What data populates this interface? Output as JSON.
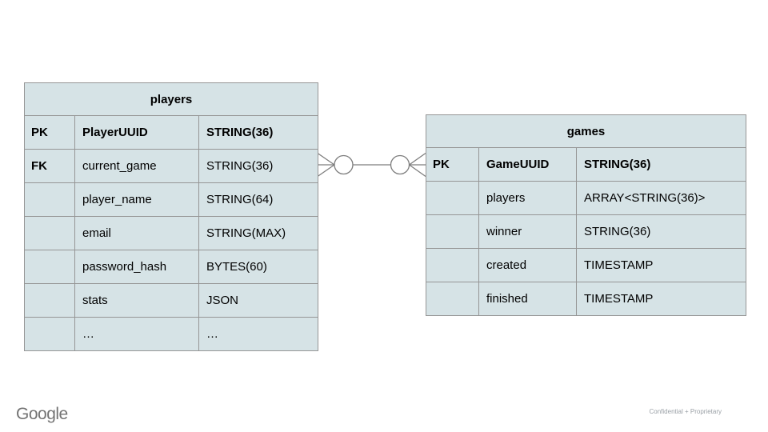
{
  "colors": {
    "cell_fill": "#d6e3e6",
    "border": "#969696",
    "connector": "#7d7d7d",
    "text": "#000000",
    "brand_text": "#737373",
    "footer_text": "#9aa0a6",
    "page_bg": "#ffffff"
  },
  "players_table": {
    "title": "players",
    "rows": [
      {
        "key": "PK",
        "name": "PlayerUUID",
        "type": "STRING(36)"
      },
      {
        "key": "FK",
        "name": "current_game",
        "type": "STRING(36)"
      },
      {
        "key": "",
        "name": "player_name",
        "type": "STRING(64)"
      },
      {
        "key": "",
        "name": "email",
        "type": "STRING(MAX)"
      },
      {
        "key": "",
        "name": "password_hash",
        "type": "BYTES(60)"
      },
      {
        "key": "",
        "name": "stats",
        "type": "JSON"
      },
      {
        "key": "",
        "name": "…",
        "type": "…"
      }
    ]
  },
  "games_table": {
    "title": "games",
    "rows": [
      {
        "key": "PK",
        "name": "GameUUID",
        "type": "STRING(36)"
      },
      {
        "key": "",
        "name": "players",
        "type": "ARRAY<STRING(36)>"
      },
      {
        "key": "",
        "name": "winner",
        "type": "STRING(36)"
      },
      {
        "key": "",
        "name": "created",
        "type": "TIMESTAMP"
      },
      {
        "key": "",
        "name": "finished",
        "type": "TIMESTAMP"
      }
    ]
  },
  "relationship": {
    "from": "players.current_game",
    "to": "games.GameUUID",
    "left_cardinality": "zero-or-many",
    "right_cardinality": "zero-or-many"
  },
  "footer": {
    "brand": "Google",
    "note": "Confidential + Proprietary"
  }
}
